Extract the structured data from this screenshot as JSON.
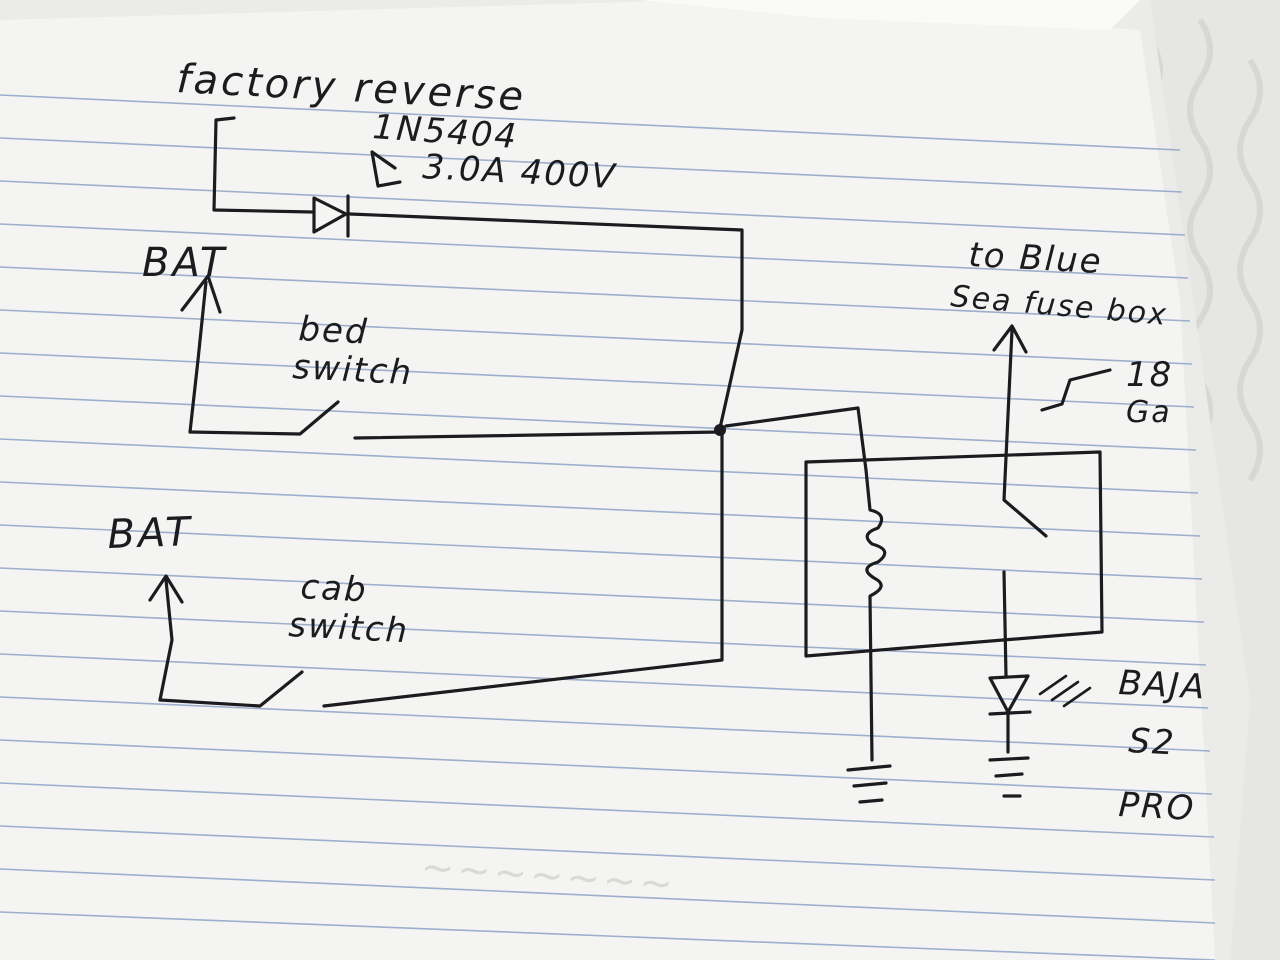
{
  "colors": {
    "paper": "#f4f4f2",
    "rule_line": "#8fa3c6",
    "margin_shadow": "#cfd3d6",
    "ink": "#1c1c20",
    "blanket": "#e6e7e4"
  },
  "labels": {
    "factory_reverse": "factory reverse",
    "diode_part": "1N5404",
    "diode_rating": "3.0A 400V",
    "bat_top": "BAT",
    "bed_switch_1": "bed",
    "bed_switch_2": "switch",
    "bat_bottom": "BAT",
    "cab_switch_1": "cab",
    "cab_switch_2": "switch",
    "to_fuse_1": "to Blue",
    "to_fuse_2": "Sea fuse box",
    "wire_gauge_1": "18",
    "wire_gauge_2": "Ga",
    "light_1": "BAJA",
    "light_2": "S2",
    "light_3": "PRO"
  },
  "icons": {
    "diode": "diode-icon",
    "led": "led-icon",
    "relay_coil": "relay-coil-icon",
    "ground": "ground-icon"
  }
}
